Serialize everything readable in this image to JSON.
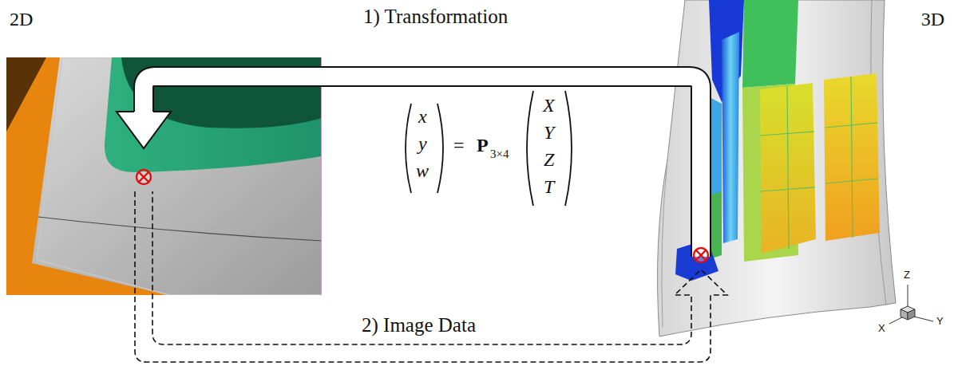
{
  "diagram": {
    "nodes": [
      {
        "text": [
          "2D"
        ]
      },
      {
        "text": [
          "3D"
        ]
      }
    ],
    "edges": [
      {
        "from": 1,
        "to": 0,
        "arrow": "to",
        "label": "1) Transformation"
      },
      {
        "from": 0,
        "to": 1,
        "arrow": "to",
        "label": "2) Image Data"
      }
    ],
    "labels": [
      "x",
      "y",
      "w",
      "=",
      "P",
      "3×4",
      "X",
      "Y",
      "Z",
      "T",
      "Z",
      "X",
      "Y"
    ]
  }
}
